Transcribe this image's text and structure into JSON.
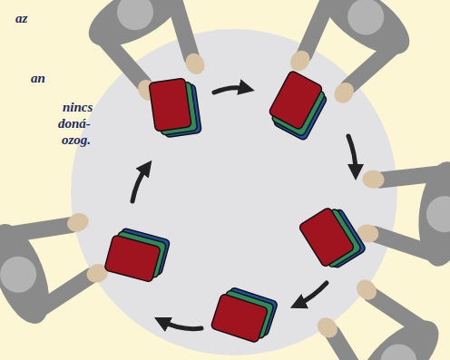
{
  "diagram": {
    "labels": [
      "az",
      "an",
      "nincs",
      "doná-",
      "ozog."
    ]
  }
}
